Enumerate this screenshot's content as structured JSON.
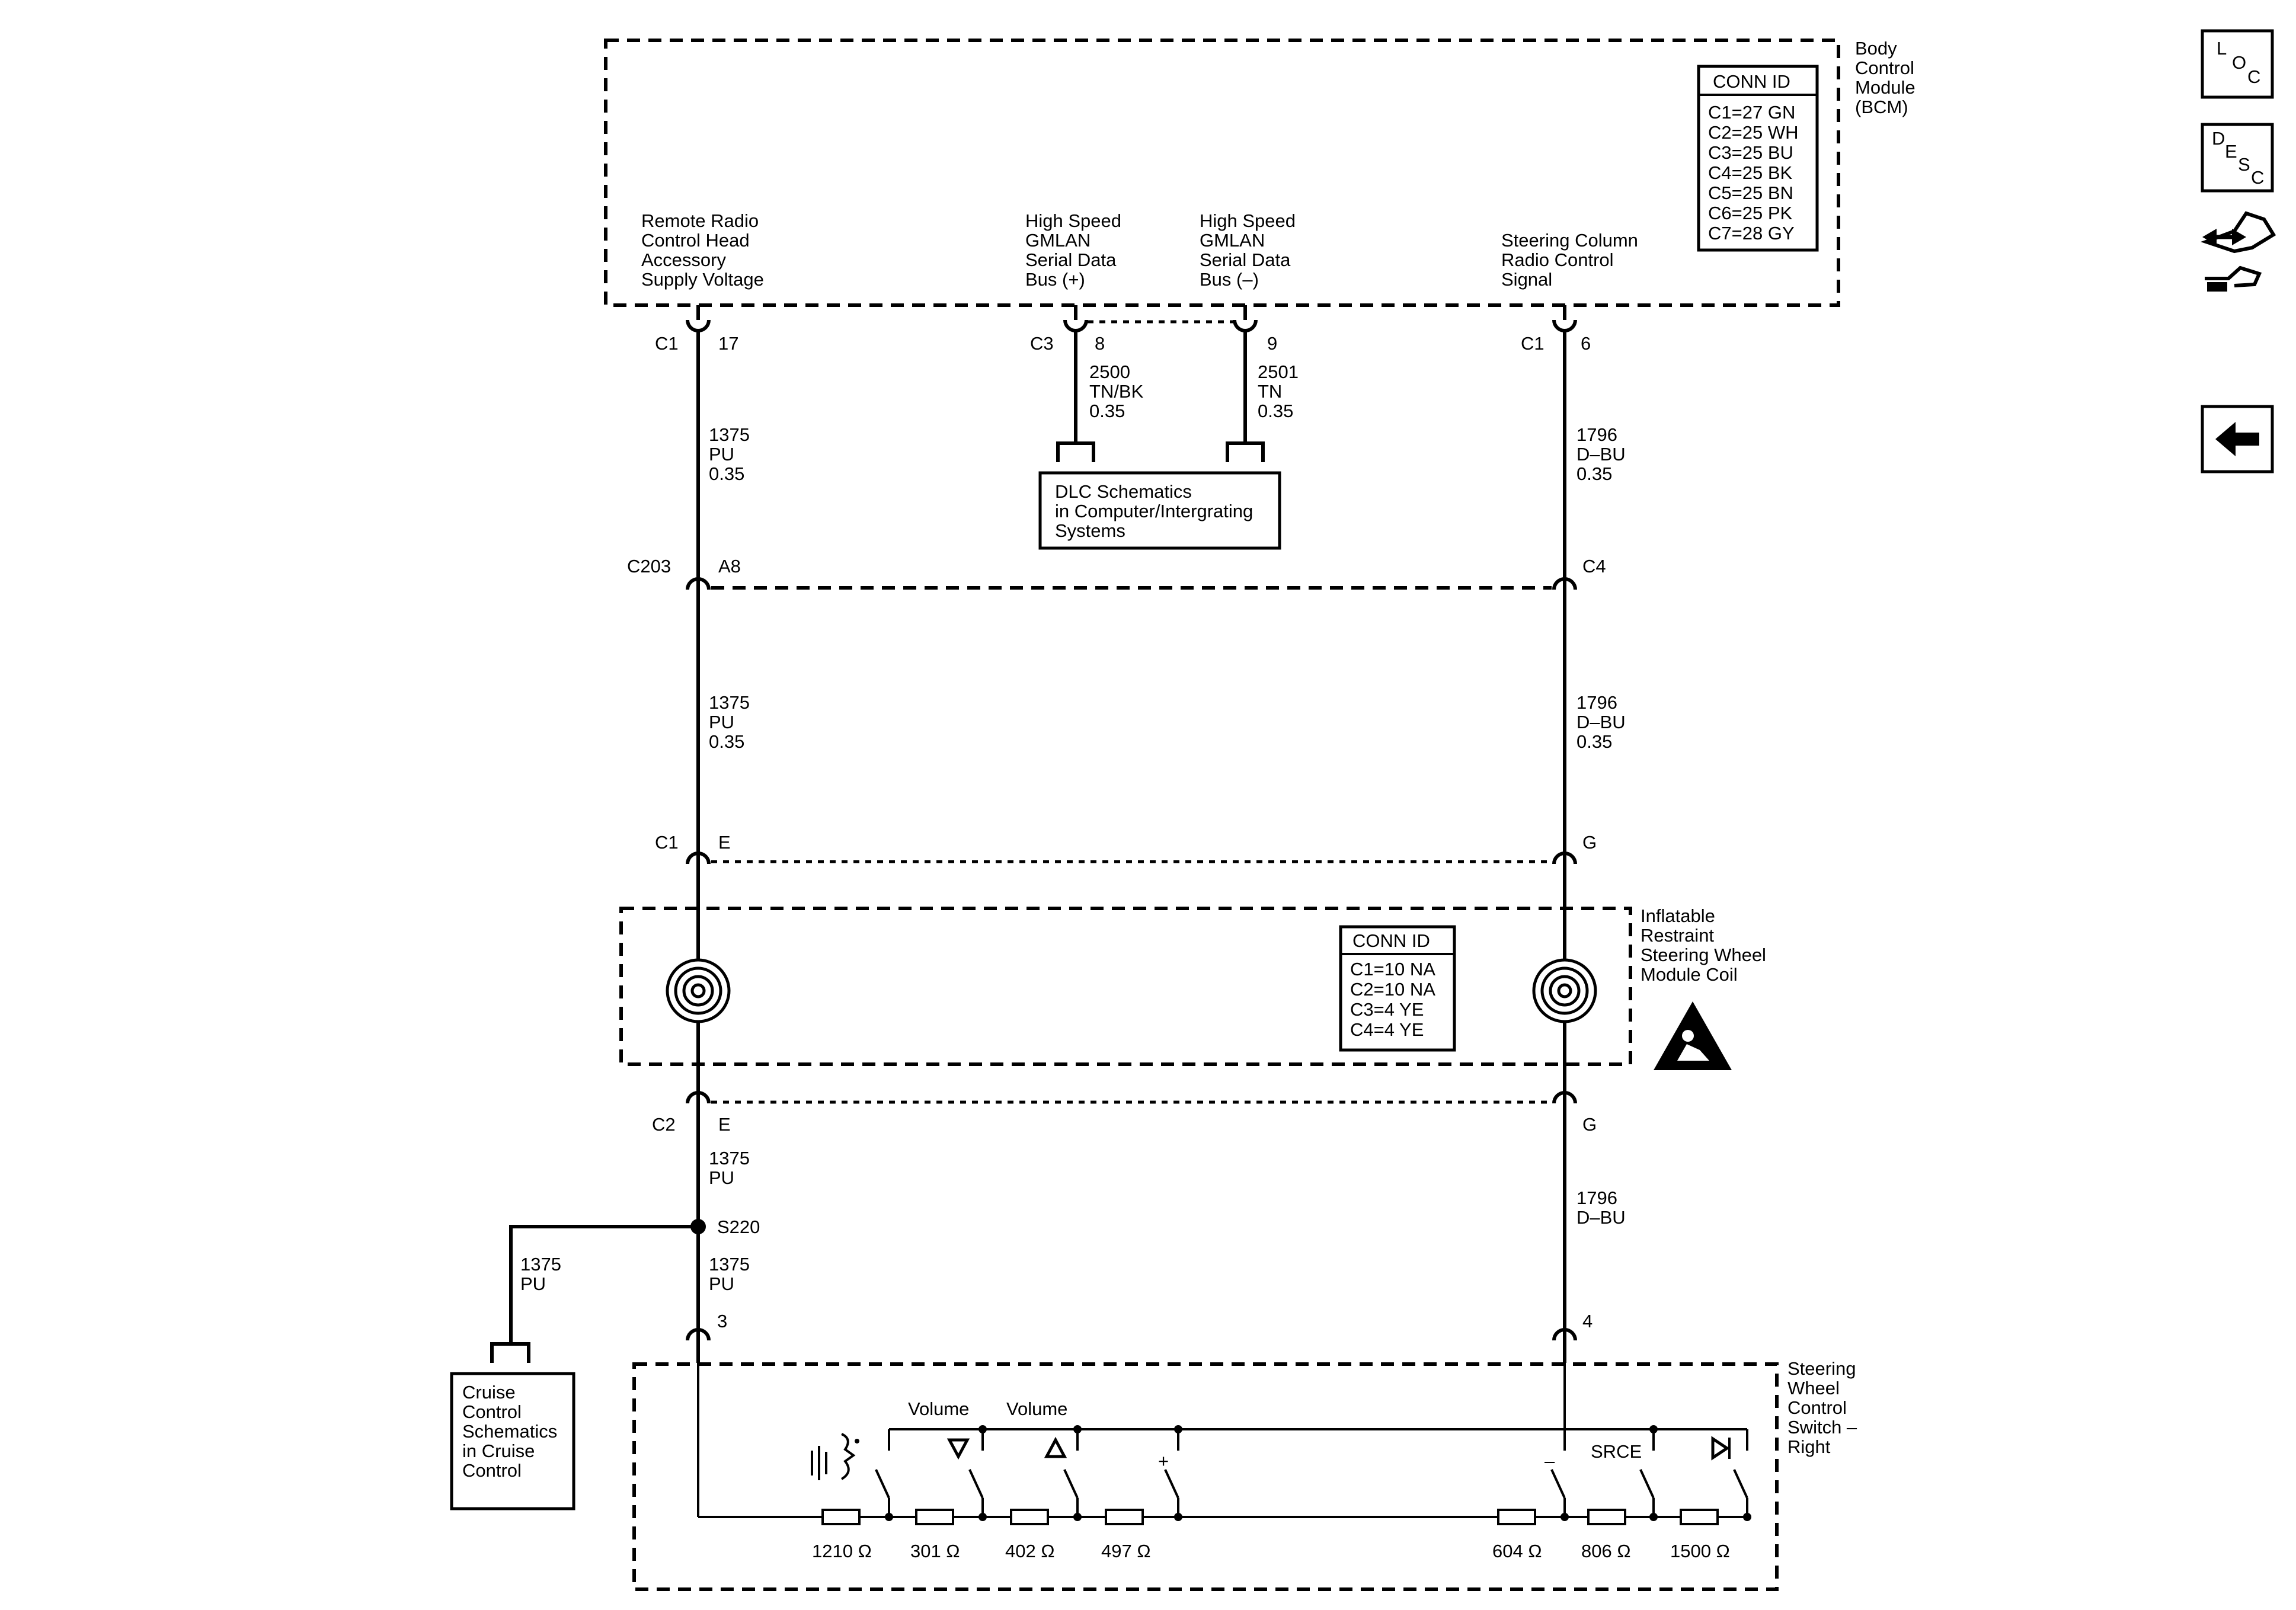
{
  "modules": {
    "bcm": [
      "Body",
      "Control",
      "Module",
      "(BCM)"
    ],
    "coil": [
      "Inflatable",
      "Restraint",
      "Steering Wheel",
      "Module Coil"
    ],
    "switch": [
      "Steering",
      "Wheel",
      "Control",
      "Switch –",
      "Right"
    ]
  },
  "bcm_conn": {
    "title": "CONN ID",
    "items": [
      "C1=27 GN",
      "C2=25 WH",
      "C3=25 BU",
      "C4=25 BK",
      "C5=25 BN",
      "C6=25 PK",
      "C7=28 GY"
    ]
  },
  "coil_conn": {
    "title": "CONN ID",
    "items": [
      "C1=10 NA",
      "C2=10 NA",
      "C3=4 YE",
      "C4=4 YE"
    ]
  },
  "signals": {
    "remote": [
      "Remote Radio",
      "Control Head",
      "Accessory",
      "Supply Voltage"
    ],
    "gmlan_pos": [
      "High Speed",
      "GMLAN",
      "Serial Data",
      "Bus (+)"
    ],
    "gmlan_neg": [
      "High Speed",
      "GMLAN",
      "Serial Data",
      "Bus (–)"
    ],
    "steer": [
      "Steering Column",
      "Radio Control",
      "Signal"
    ]
  },
  "connectors": {
    "c1_17": [
      "C1",
      "17"
    ],
    "c3_8": [
      "C3",
      "8"
    ],
    "pin_9": "9",
    "c1_6": [
      "C1",
      "6"
    ],
    "c203_a8": [
      "C203",
      "A8"
    ],
    "c4": "C4",
    "c1_e": [
      "C1",
      "E"
    ],
    "g_top": "G",
    "c2_e": [
      "C2",
      "E"
    ],
    "g_bottom": "G",
    "pin_3": "3",
    "pin_4": "4",
    "splice": "S220"
  },
  "wires": {
    "w1375_a": [
      "1375",
      "PU",
      "0.35"
    ],
    "w1375_b": [
      "1375",
      "PU",
      "0.35"
    ],
    "w1375_c": [
      "1375",
      "PU"
    ],
    "w1375_d": [
      "1375",
      "PU"
    ],
    "w1375_e": [
      "1375",
      "PU"
    ],
    "w1796_a": [
      "1796",
      "D–BU",
      "0.35"
    ],
    "w1796_b": [
      "1796",
      "D–BU",
      "0.35"
    ],
    "w1796_c": [
      "1796",
      "D–BU"
    ],
    "w2500": [
      "2500",
      "TN/BK",
      "0.35"
    ],
    "w2501": [
      "2501",
      "TN",
      "0.35"
    ]
  },
  "refs": {
    "dlc": [
      "DLC Schematics",
      "in Computer/Intergrating",
      "Systems"
    ],
    "cruise": [
      "Cruise",
      "Control",
      "Schematics",
      "in Cruise",
      "Control"
    ]
  },
  "switch_labels": {
    "volume_down": "Volume",
    "volume_up": "Volume",
    "plus": "+",
    "minus": "–",
    "srce": "SRCE"
  },
  "resistors": [
    "1210 Ω",
    "301 Ω",
    "402 Ω",
    "497 Ω",
    "604 Ω",
    "806 Ω",
    "1500 Ω"
  ],
  "nav": {
    "loc": [
      "L",
      "O",
      "C"
    ],
    "desc": [
      "D",
      "E",
      "S",
      "C"
    ]
  },
  "icons": [
    "loc-icon",
    "desc-icon",
    "connector-hand-icon",
    "back-arrow-icon",
    "airbag-warning-icon",
    "voice-icon",
    "volume-down-icon",
    "volume-up-icon",
    "next-track-icon"
  ]
}
